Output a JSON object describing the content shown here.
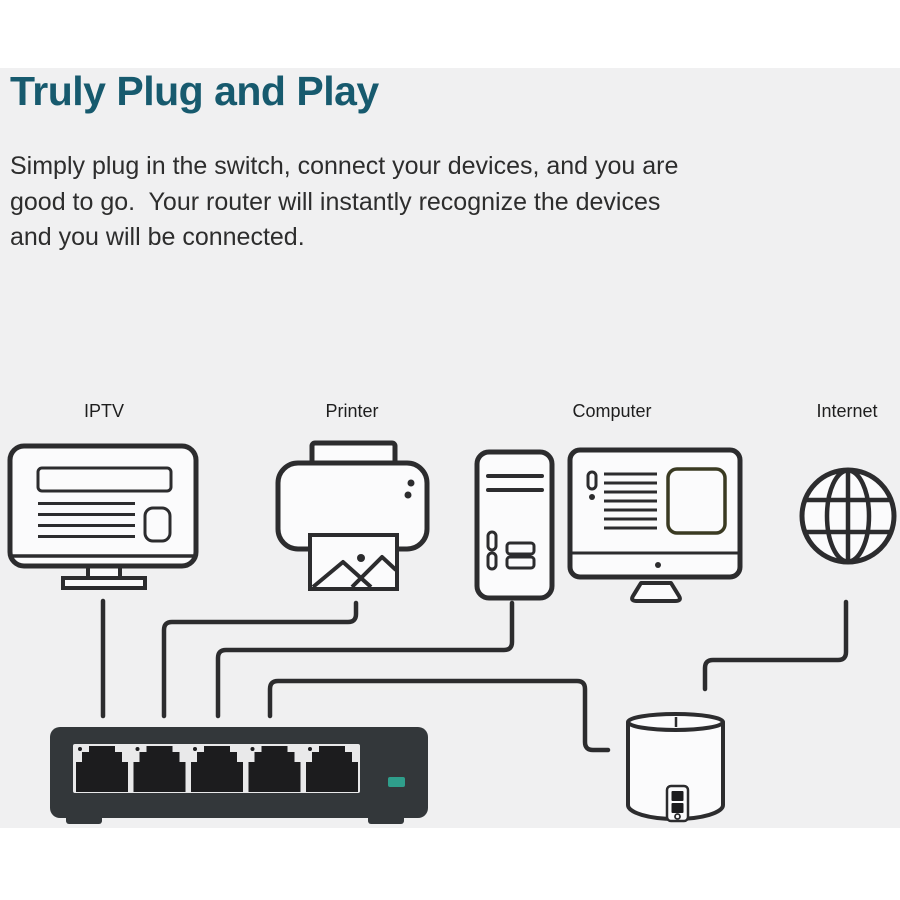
{
  "colors": {
    "page-bg": "#ffffff",
    "band-bg": "#f0f0f1",
    "title-teal": "#175a6e",
    "text-ink": "#2d2d2d",
    "line-ink": "#2c2c2e",
    "device-fill": "#fbfbfc",
    "switch-body": "#33373a",
    "switch-panel": "#e9e9ea",
    "port-black": "#1c1c1e",
    "led-teal": "#2f9e8b",
    "monitor-accent-olive": "#3a3a22"
  },
  "header": {
    "title": "Truly Plug and Play",
    "description_lines": [
      "Simply plug in the switch, connect your devices, and you are",
      "good to go.  Your router will instantly recognize the devices",
      "and you will be connected."
    ]
  },
  "diagram": {
    "device_labels": [
      {
        "id": "iptv",
        "label": "IPTV"
      },
      {
        "id": "printer",
        "label": "Printer"
      },
      {
        "id": "computer",
        "label": "Computer"
      },
      {
        "id": "internet",
        "label": "Internet"
      }
    ],
    "icons": {
      "iptv": "tv-icon",
      "printer": "printer-icon",
      "computer": "tower-and-monitor-icon",
      "internet": "globe-icon",
      "switch": "5-port-ethernet-switch",
      "router": "cylinder-router"
    },
    "switch": {
      "ports": 5,
      "led": "teal status LED"
    },
    "connections": [
      "IPTV to switch port 1",
      "Printer to switch port 2",
      "Computer to switch port 3",
      "Switch port 4 to router",
      "Internet to router"
    ]
  }
}
